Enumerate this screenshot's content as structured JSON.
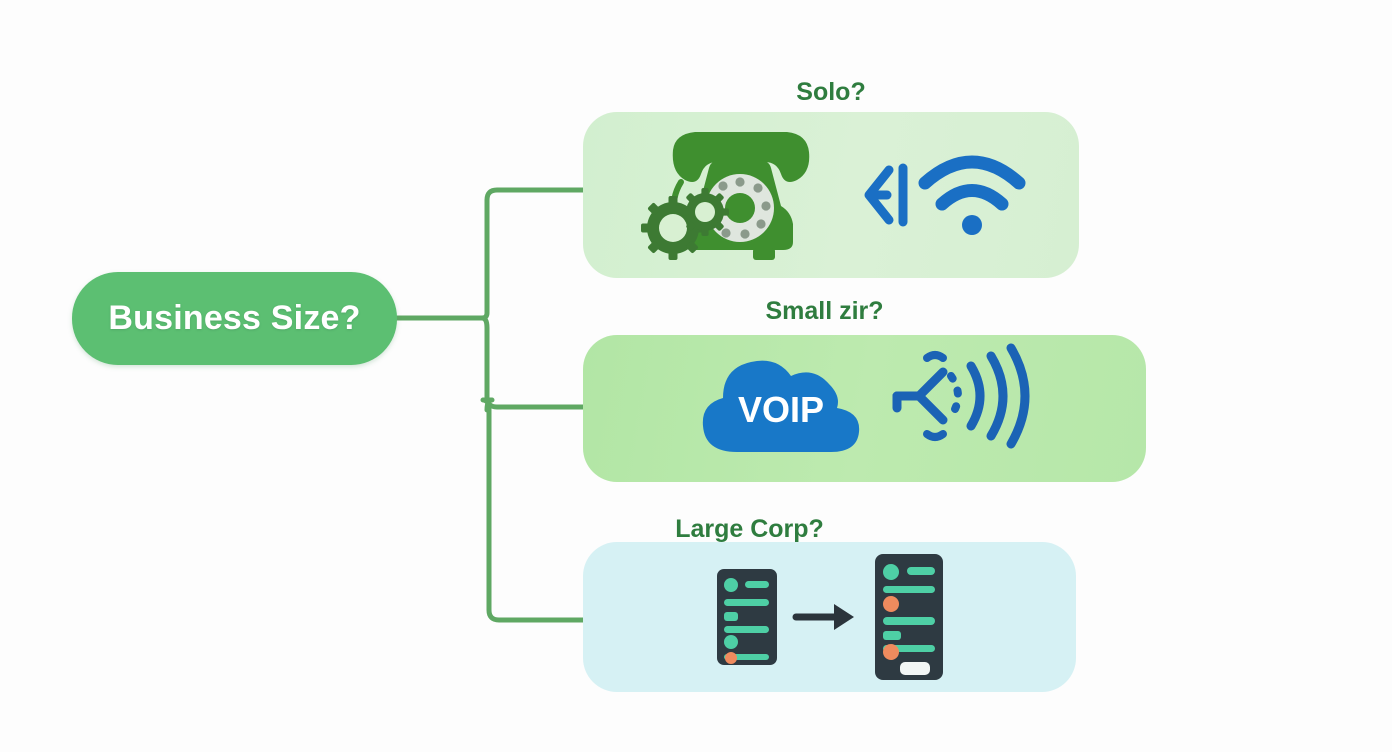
{
  "diagram": {
    "title": "Business Size decision tree",
    "root": {
      "label": "Business Size?",
      "fill": "#5cbf72",
      "text_color": "#ffffff"
    },
    "branch_label_color": "#2f7d3f",
    "connector_color": "#5fa863",
    "branches": [
      {
        "id": "solo",
        "label": "Solo?",
        "card_fill": "#d8f0d2",
        "icons": [
          {
            "name": "rotary-phone-icon",
            "color": "#3f8f2f"
          },
          {
            "name": "gears-icon",
            "color": "#3d7a33"
          },
          {
            "name": "signal-chevron-icon",
            "color": "#1a6fc4"
          },
          {
            "name": "wifi-icon",
            "color": "#1a6fc4"
          }
        ]
      },
      {
        "id": "small",
        "label": "Small zir?",
        "card_fill": "#b6e9a8",
        "voip_text": "VOIP",
        "icons": [
          {
            "name": "voip-cloud-icon",
            "color": "#1878c8"
          },
          {
            "name": "speaker-broadcast-icon",
            "color": "#1b63b5"
          }
        ]
      },
      {
        "id": "large",
        "label": "Large Corp?",
        "card_fill": "#d6f1f4",
        "icons": [
          {
            "name": "server-panel-icon",
            "color": "#2e3a42"
          },
          {
            "name": "arrow-right-icon",
            "color": "#2b343b"
          },
          {
            "name": "server-panel-expanded-icon",
            "color": "#2e3a42"
          }
        ],
        "accent_colors": {
          "teal": "#4ecfa5",
          "orange": "#ef8b5e",
          "panel": "#2e3a42"
        }
      }
    ]
  }
}
